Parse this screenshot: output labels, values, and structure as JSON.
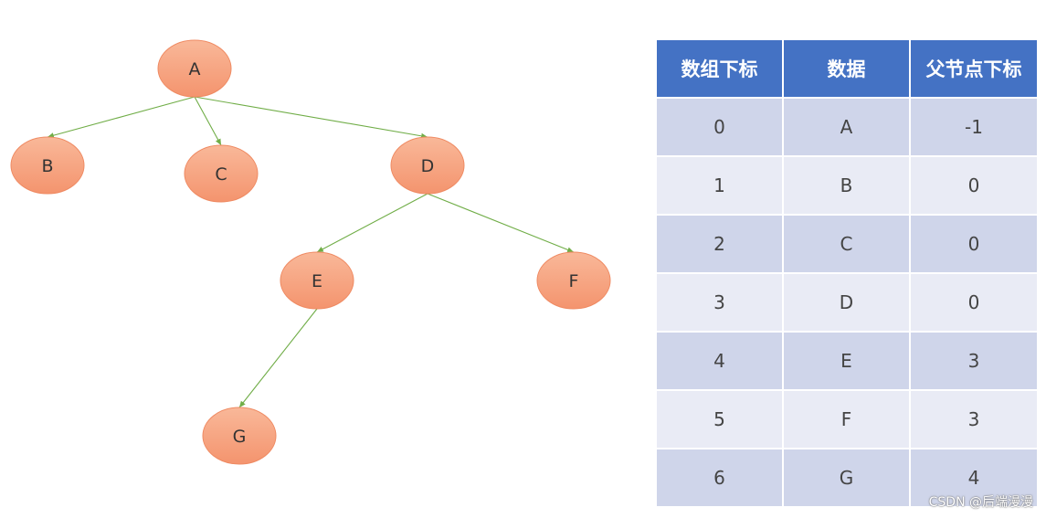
{
  "colors": {
    "node_fill_top": "#f9b899",
    "node_fill_bottom": "#f4946e",
    "node_stroke": "#ef8a62",
    "edge": "#70ad47",
    "header_bg": "#4472c4",
    "row_odd": "#cfd5ea",
    "row_even": "#e9ebf5"
  },
  "tree": {
    "nodes": [
      {
        "id": "A",
        "label": "A"
      },
      {
        "id": "B",
        "label": "B"
      },
      {
        "id": "C",
        "label": "C"
      },
      {
        "id": "D",
        "label": "D"
      },
      {
        "id": "E",
        "label": "E"
      },
      {
        "id": "F",
        "label": "F"
      },
      {
        "id": "G",
        "label": "G"
      }
    ],
    "edges": [
      {
        "from": "A",
        "to": "B"
      },
      {
        "from": "A",
        "to": "C"
      },
      {
        "from": "A",
        "to": "D"
      },
      {
        "from": "D",
        "to": "E"
      },
      {
        "from": "D",
        "to": "F"
      },
      {
        "from": "E",
        "to": "G"
      }
    ]
  },
  "table": {
    "headers": [
      "数组下标",
      "数据",
      "父节点下标"
    ],
    "rows": [
      [
        "0",
        "A",
        "-1"
      ],
      [
        "1",
        "B",
        "0"
      ],
      [
        "2",
        "C",
        "0"
      ],
      [
        "3",
        "D",
        "0"
      ],
      [
        "4",
        "E",
        "3"
      ],
      [
        "5",
        "F",
        "3"
      ],
      [
        "6",
        "G",
        "4"
      ]
    ]
  },
  "watermark": "CSDN @后端漫漫"
}
